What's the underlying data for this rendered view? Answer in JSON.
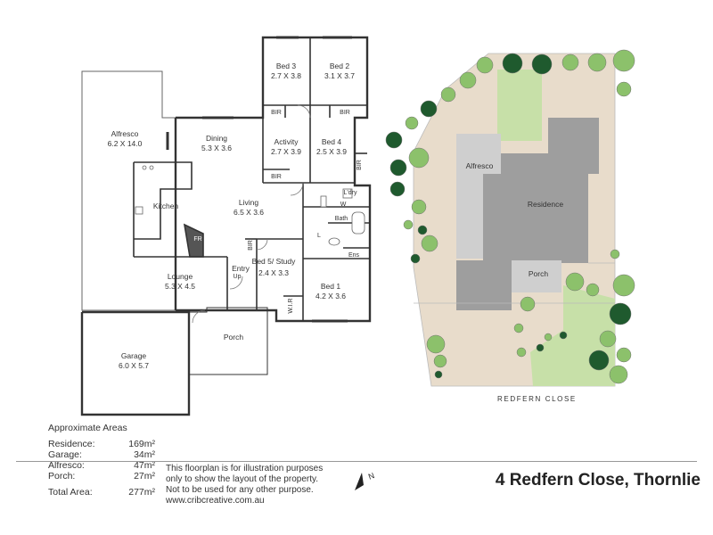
{
  "floorplan": {
    "rooms": [
      {
        "id": "bed3",
        "name": "Bed 3",
        "size": "2.7 X 3.8"
      },
      {
        "id": "bed2",
        "name": "Bed 2",
        "size": "3.1 X 3.7"
      },
      {
        "id": "alfresco",
        "name": "Alfresco",
        "size": "6.2 X 14.0"
      },
      {
        "id": "dining",
        "name": "Dining",
        "size": "5.3 X 3.6"
      },
      {
        "id": "activity",
        "name": "Activity",
        "size": "2.7 X 3.9"
      },
      {
        "id": "bed4",
        "name": "Bed 4",
        "size": "2.5 X 3.9"
      },
      {
        "id": "kitchen",
        "name": "Kitchen",
        "size": ""
      },
      {
        "id": "living",
        "name": "Living",
        "size": "6.5 X 3.6"
      },
      {
        "id": "lounge",
        "name": "Lounge",
        "size": "5.3 X 4.5"
      },
      {
        "id": "bed5",
        "name": "Bed 5/ Study",
        "size": "2.4 X 3.3"
      },
      {
        "id": "bed1",
        "name": "Bed 1",
        "size": "4.2 X 3.6"
      },
      {
        "id": "garage",
        "name": "Garage",
        "size": "6.0 X 5.7"
      },
      {
        "id": "porch",
        "name": "Porch",
        "size": ""
      }
    ],
    "small_labels": {
      "bir": "BIR",
      "laundry": "L'dry",
      "bath": "Bath",
      "ens": "Ens",
      "wir": "W.I.R",
      "fridge": "FR",
      "entry": "Entry",
      "up": "Up",
      "washer": "W",
      "linen": "L"
    }
  },
  "site_plan": {
    "labels": {
      "alfresco": "Alfresco",
      "residence": "Residence",
      "porch": "Porch"
    },
    "street": "REDFERN CLOSE"
  },
  "areas": {
    "title": "Approximate Areas",
    "rows": [
      {
        "label": "Residence:",
        "value": "169m²"
      },
      {
        "label": "Garage:",
        "value": "34m²"
      },
      {
        "label": "Alfresco:",
        "value": "47m²"
      },
      {
        "label": "Porch:",
        "value": "27m²"
      }
    ],
    "total": {
      "label": "Total Area:",
      "value": "277m²"
    }
  },
  "disclaimer": [
    "This floorplan is for illustration purposes",
    "only to show the layout of the property.",
    "Not to be used for any other purpose.",
    "www.cribcreative.com.au"
  ],
  "address": "4 Redfern Close, Thornlie",
  "north_symbol": "N",
  "colors": {
    "site_land": "#e8dccb",
    "building_light": "#cfcfcf",
    "building_dark": "#9e9e9e",
    "lawn": "#c7e0a8",
    "tree_dark": "#1f5a2e",
    "tree_light": "#8cc16b"
  }
}
